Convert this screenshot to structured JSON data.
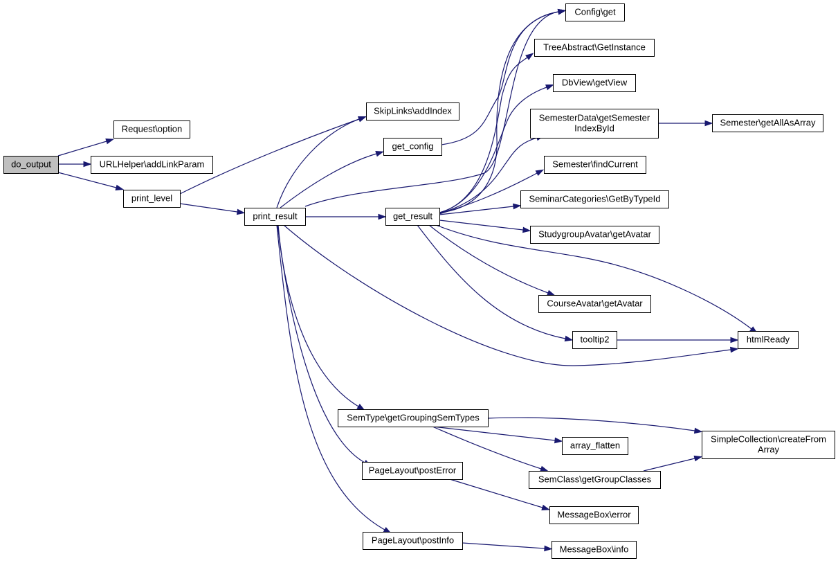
{
  "graph": {
    "root": "do_output",
    "nodes": [
      {
        "id": "do_output",
        "label": "do_output",
        "root": true
      },
      {
        "id": "request_option",
        "label": "Request\\option"
      },
      {
        "id": "urlhelper_addlinkparam",
        "label": "URLHelper\\addLinkParam"
      },
      {
        "id": "print_level",
        "label": "print_level"
      },
      {
        "id": "print_result",
        "label": "print_result"
      },
      {
        "id": "skiplinks_addindex",
        "label": "SkipLinks\\addIndex"
      },
      {
        "id": "get_config",
        "label": "get_config"
      },
      {
        "id": "get_result",
        "label": "get_result"
      },
      {
        "id": "config_get",
        "label": "Config\\get"
      },
      {
        "id": "treeabstract_getinstance",
        "label": "TreeAbstract\\GetInstance"
      },
      {
        "id": "dbview_getview",
        "label": "DbView\\getView"
      },
      {
        "id": "semesterdata_getsemesterindexbyid",
        "label": [
          "SemesterData\\getSemester",
          "IndexById"
        ]
      },
      {
        "id": "semester_getallasarray",
        "label": "Semester\\getAllAsArray"
      },
      {
        "id": "semester_findcurrent",
        "label": "Semester\\findCurrent"
      },
      {
        "id": "seminarcategories_getbytypeid",
        "label": "SeminarCategories\\GetByTypeId"
      },
      {
        "id": "studygroupavatar_getavatar",
        "label": "StudygroupAvatar\\getAvatar"
      },
      {
        "id": "courseavatar_getavatar",
        "label": "CourseAvatar\\getAvatar"
      },
      {
        "id": "tooltip2",
        "label": "tooltip2"
      },
      {
        "id": "htmlready",
        "label": "htmlReady"
      },
      {
        "id": "semtype_getgroupingsemtypes",
        "label": "SemType\\getGroupingSemTypes"
      },
      {
        "id": "array_flatten",
        "label": "array_flatten"
      },
      {
        "id": "simplecollection_createfromarray",
        "label": [
          "SimpleCollection\\createFrom",
          "Array"
        ]
      },
      {
        "id": "semclass_getgroupclasses",
        "label": "SemClass\\getGroupClasses"
      },
      {
        "id": "pagelayout_posterror",
        "label": "PageLayout\\postError"
      },
      {
        "id": "messagebox_error",
        "label": "MessageBox\\error"
      },
      {
        "id": "pagelayout_postinfo",
        "label": "PageLayout\\postInfo"
      },
      {
        "id": "messagebox_info",
        "label": "MessageBox\\info"
      }
    ],
    "edges": [
      {
        "from": "do_output",
        "to": "request_option"
      },
      {
        "from": "do_output",
        "to": "urlhelper_addlinkparam"
      },
      {
        "from": "do_output",
        "to": "print_level"
      },
      {
        "from": "print_level",
        "to": "skiplinks_addindex"
      },
      {
        "from": "print_level",
        "to": "print_result"
      },
      {
        "from": "print_result",
        "to": "skiplinks_addindex"
      },
      {
        "from": "print_result",
        "to": "get_config"
      },
      {
        "from": "print_result",
        "to": "config_get"
      },
      {
        "from": "print_result",
        "to": "get_result"
      },
      {
        "from": "print_result",
        "to": "htmlready"
      },
      {
        "from": "print_result",
        "to": "semtype_getgroupingsemtypes"
      },
      {
        "from": "print_result",
        "to": "pagelayout_posterror"
      },
      {
        "from": "print_result",
        "to": "pagelayout_postinfo"
      },
      {
        "from": "get_config",
        "to": "config_get"
      },
      {
        "from": "get_result",
        "to": "config_get"
      },
      {
        "from": "get_result",
        "to": "treeabstract_getinstance"
      },
      {
        "from": "get_result",
        "to": "dbview_getview"
      },
      {
        "from": "get_result",
        "to": "semesterdata_getsemesterindexbyid"
      },
      {
        "from": "get_result",
        "to": "semester_findcurrent"
      },
      {
        "from": "get_result",
        "to": "seminarcategories_getbytypeid"
      },
      {
        "from": "get_result",
        "to": "studygroupavatar_getavatar"
      },
      {
        "from": "get_result",
        "to": "courseavatar_getavatar"
      },
      {
        "from": "get_result",
        "to": "tooltip2"
      },
      {
        "from": "get_result",
        "to": "htmlready"
      },
      {
        "from": "semesterdata_getsemesterindexbyid",
        "to": "semester_getallasarray"
      },
      {
        "from": "tooltip2",
        "to": "htmlready"
      },
      {
        "from": "semtype_getgroupingsemtypes",
        "to": "array_flatten"
      },
      {
        "from": "semtype_getgroupingsemtypes",
        "to": "simplecollection_createfromarray"
      },
      {
        "from": "semtype_getgroupingsemtypes",
        "to": "semclass_getgroupclasses"
      },
      {
        "from": "semclass_getgroupclasses",
        "to": "simplecollection_createfromarray"
      },
      {
        "from": "pagelayout_posterror",
        "to": "messagebox_error"
      },
      {
        "from": "pagelayout_postinfo",
        "to": "messagebox_info"
      }
    ]
  }
}
